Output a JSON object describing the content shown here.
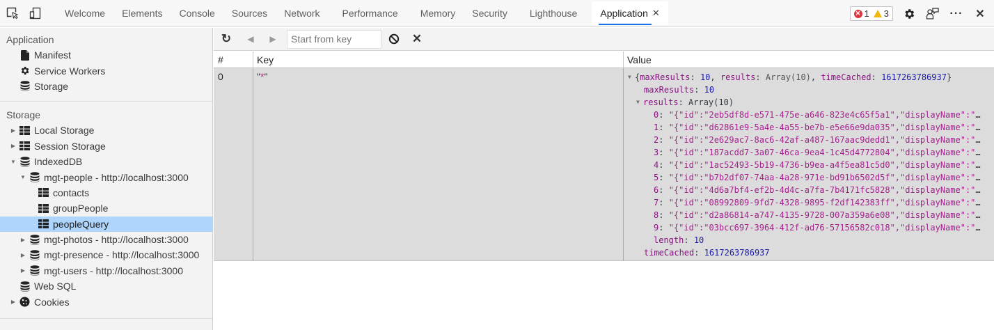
{
  "topbar": {
    "tools": [
      {
        "name": "inspect-element",
        "icon": "cursor-select-icon"
      },
      {
        "name": "device-toggle",
        "icon": "device-mode-icon"
      }
    ],
    "tabs": [
      {
        "label": "Welcome",
        "active": false
      },
      {
        "label": "Elements",
        "active": false
      },
      {
        "label": "Console",
        "active": false
      },
      {
        "label": "Sources",
        "active": false
      },
      {
        "label": "Network",
        "active": false
      },
      {
        "label": "Performance",
        "active": false
      },
      {
        "label": "Memory",
        "active": false
      },
      {
        "label": "Security",
        "active": false
      },
      {
        "label": "Lighthouse",
        "active": false
      },
      {
        "label": "Application",
        "active": true,
        "closable": true
      }
    ],
    "tab_close_glyph": "✕",
    "issues": {
      "errors": "1",
      "warnings": "3",
      "error_color": "#e0353f",
      "warning_color": "#f2b90d"
    },
    "right_icons": [
      "settings-gear-icon",
      "feedback-icon",
      "more-options-icon",
      "close-devtools-icon"
    ],
    "more_glyph": "···",
    "close_glyph": "✕"
  },
  "sidebar": {
    "application_section": {
      "title": "Application",
      "items": [
        {
          "label": "Manifest",
          "icon": "document-icon"
        },
        {
          "label": "Service Workers",
          "icon": "gear-icon"
        },
        {
          "label": "Storage",
          "icon": "database-icon"
        }
      ]
    },
    "storage_section": {
      "title": "Storage",
      "items": [
        {
          "label": "Local Storage",
          "icon": "table-icon",
          "expanded": false
        },
        {
          "label": "Session Storage",
          "icon": "table-icon",
          "expanded": false
        },
        {
          "label": "IndexedDB",
          "icon": "database-icon",
          "expanded": true
        },
        {
          "label": "mgt-people - http://localhost:3000",
          "icon": "database-icon",
          "expanded": true
        },
        {
          "label": "contacts",
          "icon": "table-icon"
        },
        {
          "label": "groupPeople",
          "icon": "table-icon"
        },
        {
          "label": "peopleQuery",
          "icon": "table-icon",
          "selected": true
        },
        {
          "label": "mgt-photos - http://localhost:3000",
          "icon": "database-icon",
          "expanded": false
        },
        {
          "label": "mgt-presence - http://localhost:3000",
          "icon": "database-icon",
          "expanded": false
        },
        {
          "label": "mgt-users - http://localhost:3000",
          "icon": "database-icon",
          "expanded": false
        },
        {
          "label": "Web SQL",
          "icon": "database-icon"
        },
        {
          "label": "Cookies",
          "icon": "cookie-icon",
          "expanded": false
        }
      ]
    },
    "selected_color": "#b0d5fc"
  },
  "toolbar": {
    "refresh_glyph": "↻",
    "prev_glyph": "◀",
    "next_glyph": "▶",
    "start_key_placeholder": "Start from key",
    "start_key_value": "",
    "clear_glyph": "⃠",
    "delete_glyph": "✕"
  },
  "grid": {
    "headers": {
      "num": "#",
      "key": "Key",
      "value": "Value"
    },
    "rows": [
      {
        "num": "0",
        "key_quote_open": "\"",
        "key_value": "*",
        "key_quote_close": "\"",
        "value": {
          "summary_open": "{",
          "summary_maxResults_key": "maxResults",
          "summary_maxResults_val": "10",
          "summary_results_key": "results",
          "summary_results_val": "Array(10)",
          "summary_timeCached_key": "timeCached",
          "summary_timeCached_val": "1617263786937",
          "summary_close": "}",
          "maxResults_key": "maxResults",
          "maxResults_val": "10",
          "results_key": "results",
          "results_type": "Array(10)",
          "results": [
            {
              "index": "0",
              "value": "\"{\"id\":\"2eb5df8d-e571-475e-a646-823e4c65f5a1\",\"displayName\":\""
            },
            {
              "index": "1",
              "value": "\"{\"id\":\"d62861e9-5a4e-4a55-be7b-e5e66e9da035\",\"displayName\":\""
            },
            {
              "index": "2",
              "value": "\"{\"id\":\"2e629ac7-8ac6-42af-a487-167aac9dedd1\",\"displayName\":\""
            },
            {
              "index": "3",
              "value": "\"{\"id\":\"187acdd7-3a07-46ca-9ea4-1c45d4772804\",\"displayName\":\""
            },
            {
              "index": "4",
              "value": "\"{\"id\":\"1ac52493-5b19-4736-b9ea-a4f5ea81c5d0\",\"displayName\":\""
            },
            {
              "index": "5",
              "value": "\"{\"id\":\"b7b2df07-74aa-4a28-971e-bd91b6502d5f\",\"displayName\":\""
            },
            {
              "index": "6",
              "value": "\"{\"id\":\"4d6a7bf4-ef2b-4d4c-a7fa-7b4171fc5828\",\"displayName\":\""
            },
            {
              "index": "7",
              "value": "\"{\"id\":\"08992809-9fd7-4328-9895-f2df142383ff\",\"displayName\":\""
            },
            {
              "index": "8",
              "value": "\"{\"id\":\"d2a86814-a747-4135-9728-007a359a6e08\",\"displayName\":\""
            },
            {
              "index": "9",
              "value": "\"{\"id\":\"03bcc697-3964-412f-ad76-57156582c018\",\"displayName\":\""
            }
          ],
          "ellipsis": "…",
          "length_key": "length",
          "length_val": "10",
          "timeCached_key": "timeCached",
          "timeCached_val": "1617263786937"
        }
      }
    ]
  }
}
